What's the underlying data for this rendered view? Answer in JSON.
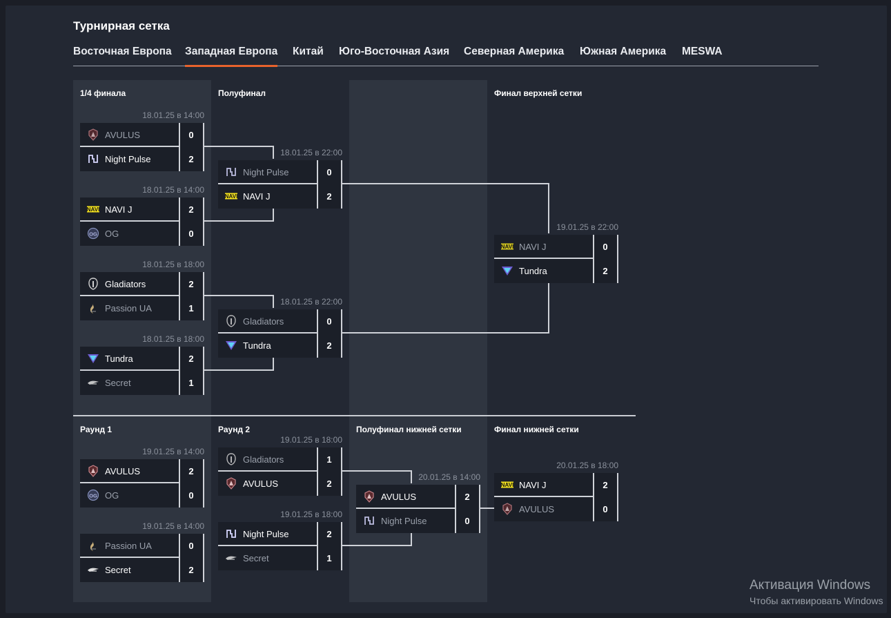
{
  "title": "Турнирная сетка",
  "tabs": [
    "Восточная Европа",
    "Западная Европа",
    "Китай",
    "Юго-Восточная Азия",
    "Северная Америка",
    "Южная Америка",
    "MESWA"
  ],
  "active_tab": "Западная Европа",
  "accent_color": "#e8622c",
  "upper": {
    "labels": {
      "quarter": "1/4 финала",
      "semi": "Полуфинал",
      "final": "Финал верхней сетки"
    },
    "quarterfinals": [
      {
        "date": "18.01.25 в 14:00",
        "teams": [
          {
            "name": "AVULUS",
            "score": "0",
            "logo": "avulus-icon"
          },
          {
            "name": "Night Pulse",
            "score": "2",
            "logo": "night-pulse-icon"
          }
        ],
        "winner": 1
      },
      {
        "date": "18.01.25 в 14:00",
        "teams": [
          {
            "name": "NAVI J",
            "score": "2",
            "logo": "navi-icon"
          },
          {
            "name": "OG",
            "score": "0",
            "logo": "og-icon"
          }
        ],
        "winner": 0
      },
      {
        "date": "18.01.25 в 18:00",
        "teams": [
          {
            "name": "Gladiators",
            "score": "2",
            "logo": "gladiators-icon"
          },
          {
            "name": "Passion UA",
            "score": "1",
            "logo": "passion-ua-icon"
          }
        ],
        "winner": 0
      },
      {
        "date": "18.01.25 в 18:00",
        "teams": [
          {
            "name": "Tundra",
            "score": "2",
            "logo": "tundra-icon"
          },
          {
            "name": "Secret",
            "score": "1",
            "logo": "secret-icon"
          }
        ],
        "winner": 0
      }
    ],
    "semifinals": [
      {
        "date": "18.01.25 в 22:00",
        "teams": [
          {
            "name": "Night Pulse",
            "score": "0",
            "logo": "night-pulse-icon"
          },
          {
            "name": "NAVI J",
            "score": "2",
            "logo": "navi-icon"
          }
        ],
        "winner": 1
      },
      {
        "date": "18.01.25 в 22:00",
        "teams": [
          {
            "name": "Gladiators",
            "score": "0",
            "logo": "gladiators-icon"
          },
          {
            "name": "Tundra",
            "score": "2",
            "logo": "tundra-icon"
          }
        ],
        "winner": 1
      }
    ],
    "final": {
      "date": "19.01.25 в 22:00",
      "teams": [
        {
          "name": "NAVI J",
          "score": "0",
          "logo": "navi-icon"
        },
        {
          "name": "Tundra",
          "score": "2",
          "logo": "tundra-icon"
        }
      ],
      "winner": 1
    }
  },
  "lower": {
    "labels": {
      "round1": "Раунд 1",
      "round2": "Раунд 2",
      "semi": "Полуфинал нижней сетки",
      "final": "Финал нижней сетки"
    },
    "round1": [
      {
        "date": "19.01.25 в 14:00",
        "teams": [
          {
            "name": "AVULUS",
            "score": "2",
            "logo": "avulus-icon"
          },
          {
            "name": "OG",
            "score": "0",
            "logo": "og-icon"
          }
        ],
        "winner": 0
      },
      {
        "date": "19.01.25 в 14:00",
        "teams": [
          {
            "name": "Passion UA",
            "score": "0",
            "logo": "passion-ua-icon"
          },
          {
            "name": "Secret",
            "score": "2",
            "logo": "secret-icon"
          }
        ],
        "winner": 1
      }
    ],
    "round2": [
      {
        "date": "19.01.25 в 18:00",
        "teams": [
          {
            "name": "Gladiators",
            "score": "1",
            "logo": "gladiators-icon"
          },
          {
            "name": "AVULUS",
            "score": "2",
            "logo": "avulus-icon"
          }
        ],
        "winner": 1
      },
      {
        "date": "19.01.25 в 18:00",
        "teams": [
          {
            "name": "Night Pulse",
            "score": "2",
            "logo": "night-pulse-icon"
          },
          {
            "name": "Secret",
            "score": "1",
            "logo": "secret-icon"
          }
        ],
        "winner": 0
      }
    ],
    "semifinal": {
      "date": "20.01.25 в 14:00",
      "teams": [
        {
          "name": "AVULUS",
          "score": "2",
          "logo": "avulus-icon"
        },
        {
          "name": "Night Pulse",
          "score": "0",
          "logo": "night-pulse-icon"
        }
      ],
      "winner": 0
    },
    "final": {
      "date": "20.01.25 в 18:00",
      "teams": [
        {
          "name": "NAVI J",
          "score": "2",
          "logo": "navi-icon"
        },
        {
          "name": "AVULUS",
          "score": "0",
          "logo": "avulus-icon"
        }
      ],
      "winner": 0
    }
  },
  "watermark": {
    "line1": "Активация Windows",
    "line2": "Чтобы активировать Windows"
  }
}
